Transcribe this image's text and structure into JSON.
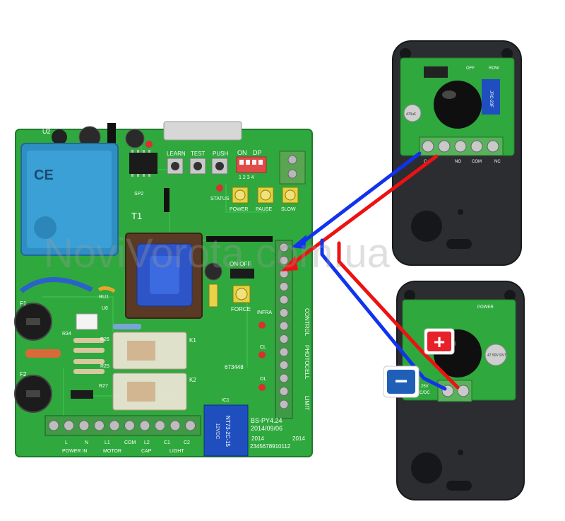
{
  "watermark": "NoviVorota.com.ua",
  "board": {
    "model": "BS-PY4.24",
    "date": "2014/09/06",
    "serial": "673448",
    "ce_mark": "CE",
    "transformer_label": "T1",
    "relay_part": "NT73-2C-15",
    "relay_spec": "12VDC",
    "labels": {
      "u2": "U2",
      "u6": "U6",
      "sp2": "SP2",
      "learn": "LEARN",
      "test": "TEST",
      "push": "PUSH",
      "on": "ON",
      "dip": "DP",
      "dip_nums": "1 2 3 4",
      "status": "STATUS",
      "power": "POWER",
      "pause": "PAUSE",
      "slow": "SLOW",
      "on_off": "ON OFF",
      "force": "FORCE",
      "infrared": "INFRA",
      "cl": "CL",
      "ol": "OL",
      "control": "CONTROL",
      "photocell": "PHOTOCELL",
      "limit": "LIMIT",
      "f1": "F1",
      "f2": "F2",
      "k1": "K1",
      "k2": "K2",
      "ic1": "IC1",
      "r25": "R25",
      "r26": "R26",
      "r27": "R27",
      "r34": "R34",
      "ru1": "RU1",
      "year1": "2014",
      "year2": "2014",
      "digits": "2345678910112"
    },
    "bottom_terminal_groups": [
      "POWER IN",
      "MOTOR",
      "CAP",
      "LIGHT"
    ],
    "bottom_terminal_pins": [
      "L",
      "N",
      "L1",
      "COM",
      "L2",
      "C1",
      "C2"
    ]
  },
  "sensor_top": {
    "labels": [
      "OFF",
      "ROW",
      "C+",
      "NO",
      "COM",
      "NC"
    ],
    "relay": "JRC-23F",
    "cap": "470uF"
  },
  "sensor_bottom": {
    "labels": [
      "25V",
      "C/DC",
      "POWER"
    ],
    "cap": "47 50V RVT",
    "plus": "+",
    "minus": "−"
  },
  "colors": {
    "pcb": "#2fa83e",
    "pcb_dark": "#1f7a2c",
    "housing": "#2b2d31",
    "wire_red": "#ee1111",
    "wire_blue": "#1133ee",
    "plus_badge": "#e8202a",
    "minus_badge": "#1f5fb8"
  }
}
